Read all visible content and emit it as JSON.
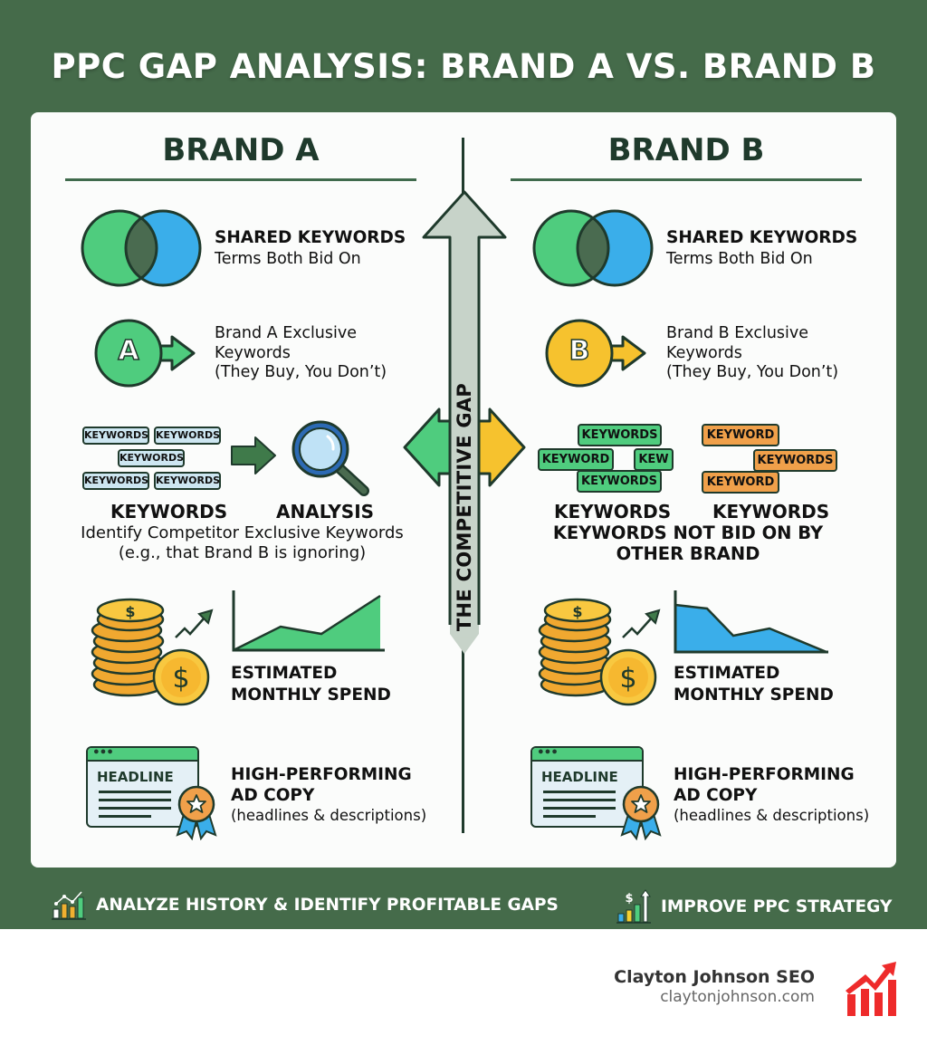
{
  "title": "PPC GAP ANALYSIS: BRAND A VS. BRAND B",
  "center": {
    "label": "THE COMPETITIVE GAP"
  },
  "brand_a": {
    "heading": "BRAND A",
    "shared": {
      "title": "SHARED KEYWORDS",
      "subtitle": "Terms Both Bid On"
    },
    "exclusive": {
      "badge": "A",
      "line1": "Brand A Exclusive",
      "line2": "Keywords",
      "line3": "(They Buy, You Don’t)"
    },
    "keywords_chips": [
      "KEYWORDS",
      "KEYWORDS",
      "KEYWORDS",
      "KEYWORDS",
      "KEYWORDS"
    ],
    "keywords_label": "KEYWORDS",
    "analysis_label": "ANALYSIS",
    "identify_line1": "Identify Competitor Exclusive Keywords",
    "identify_line2": "(e.g., that Brand B is ignoring)",
    "spend": {
      "line1": "ESTIMATED",
      "line2": "MONTHLY SPEND",
      "trend": "up"
    },
    "ad_copy": {
      "headline_label": "HEADLINE",
      "line1": "HIGH-PERFORMING",
      "line2": "AD COPY",
      "line3": "(headlines & descriptions)"
    }
  },
  "brand_b": {
    "heading": "BRAND B",
    "shared": {
      "title": "SHARED KEYWORDS",
      "subtitle": "Terms Both Bid On"
    },
    "exclusive": {
      "badge": "B",
      "line1": "Brand B Exclusive",
      "line2": "Keywords",
      "line3": "(They Buy, You Don’t)"
    },
    "green_chips": [
      "KEYWORDS",
      "KEYWORD",
      "KEW",
      "KEYWORDS"
    ],
    "orange_chips": [
      "KEYWORD",
      "KEYWORDS",
      "KEYWORD"
    ],
    "keywords_label_left": "KEYWORDS",
    "keywords_label_right": "KEYWORDS",
    "not_bid_line1": "KEYWORDS NOT BID ON BY",
    "not_bid_line2": "OTHER BRAND",
    "spend": {
      "line1": "ESTIMATED",
      "line2": "MONTHLY SPEND",
      "trend": "down"
    },
    "ad_copy": {
      "headline_label": "HEADLINE",
      "line1": "HIGH-PERFORMING",
      "line2": "AD COPY",
      "line3": "(headlines & descriptions)"
    }
  },
  "footer_bar": {
    "left": {
      "icon": "bar-chart-trend-icon",
      "label": "ANALYZE HISTORY & IDENTIFY PROFITABLE GAPS"
    },
    "right": {
      "icon": "dollar-growth-icon",
      "label": "IMPROVE PPC STRATEGY"
    }
  },
  "branding": {
    "name": "Clayton Johnson SEO",
    "url": "claytonjohnson.com"
  },
  "colors": {
    "frame_green": "#456b4a",
    "dark_green": "#1f3a2c",
    "venn_green": "#4fcc7e",
    "venn_blue": "#3aaeea",
    "brand_b_yellow": "#f6c22e",
    "orange": "#f0a04a",
    "logo_red": "#ee2b2b"
  }
}
